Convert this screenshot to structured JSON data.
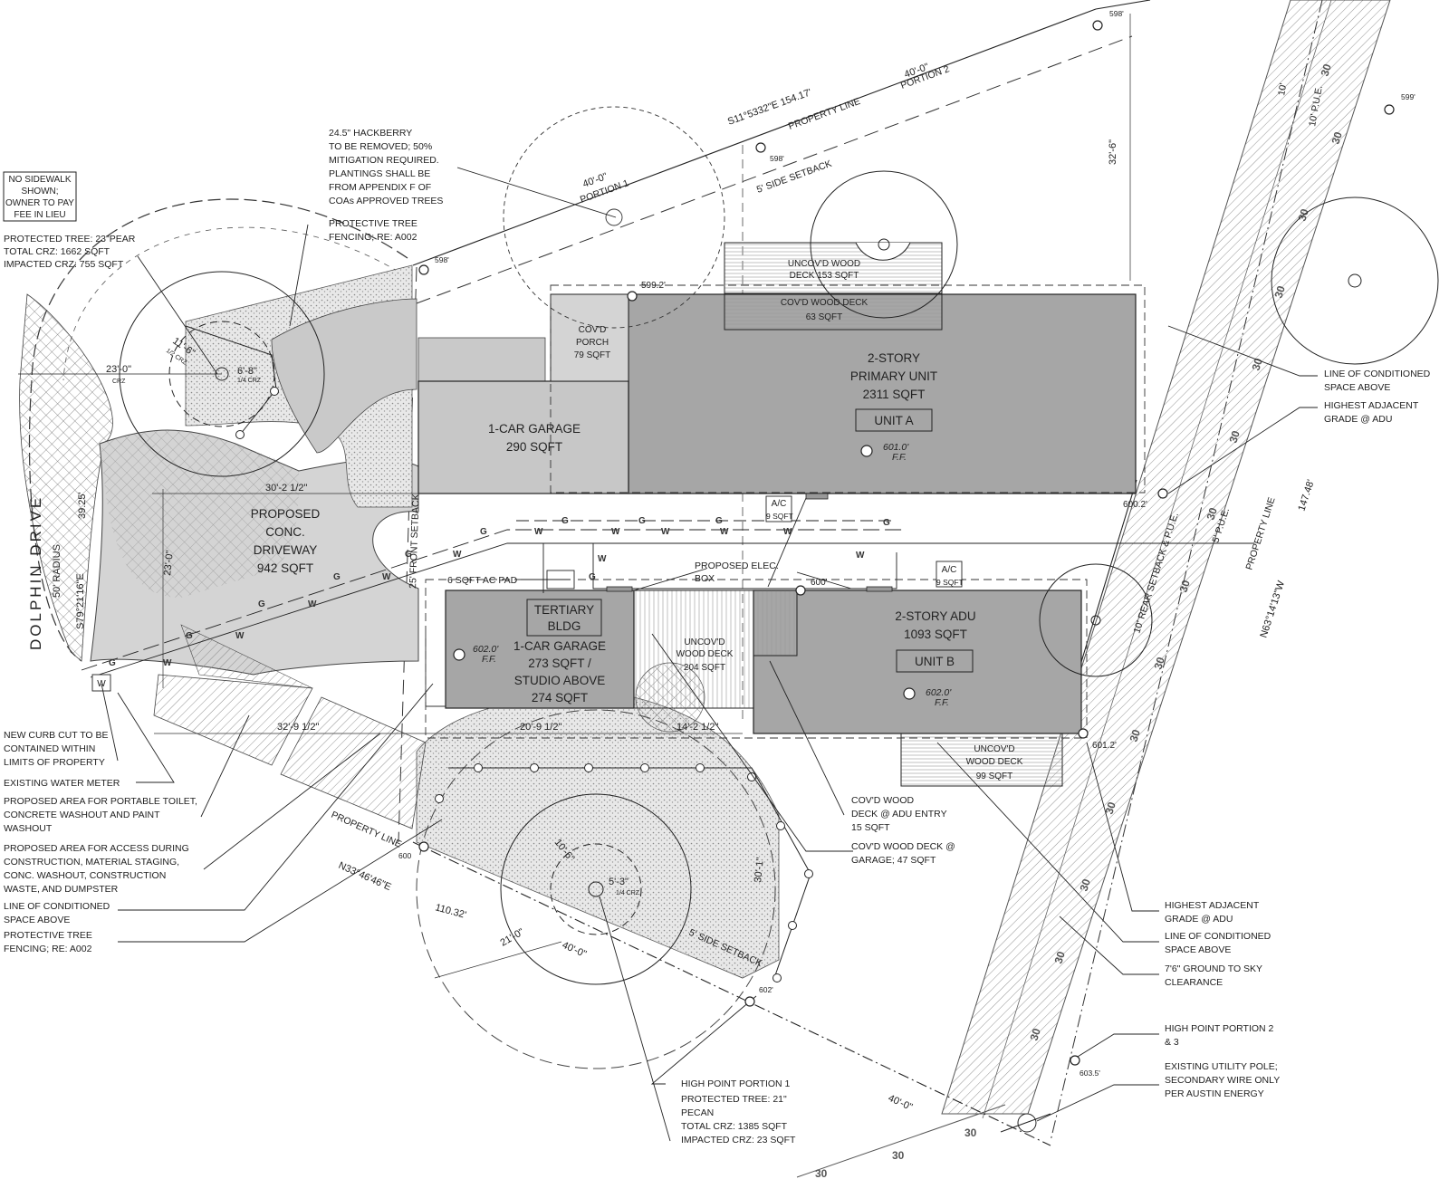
{
  "street": {
    "name": "DOLPHIN DRIVE",
    "radius": "50' RADIUS",
    "bearing": "S79°21'16\"E",
    "arc": "39.25'"
  },
  "property": {
    "north_bearing": "S11°5332\"E 154.17'",
    "north_label": "PROPERTY LINE",
    "east_bearing": "N63°14'13\"W",
    "east_length": "147.48'",
    "east_label": "PROPERTY LINE",
    "south_bearing": "N33°46'46\"E",
    "south_length": "110.32'",
    "south_label": "PROPERTY LINE"
  },
  "setbacks": {
    "side_north": "5' SIDE SETBACK",
    "side_south": "5' SIDE SETBACK",
    "front": "25' FRONT SETBACK",
    "rear": "10' REAR SETBACK & P.U.E.",
    "pue": "5' P.U.E.",
    "pue_top_a": "10' P.U.E.",
    "pue_top_b": "10'"
  },
  "portions": {
    "p1_dim": "40'-0\"",
    "p1": "PORTION 1",
    "p2_dim": "40'-0\"",
    "p2": "PORTION 2",
    "p3_dim": "40'-0\"",
    "dim_south": "40'-0\""
  },
  "spot_elevations": [
    "598'",
    "598'",
    "598'",
    "599.2'",
    "599'",
    "600.2'",
    "600'",
    "600",
    "601.2'",
    "602'",
    "603.5'"
  ],
  "dimensions": [
    "32'-6\"",
    "30'-2 1/2\"",
    "23'-0\"",
    "32'-9 1/2\"",
    "20'-9 1/2\"",
    "14'-2 1/2\"",
    "30'-1\"",
    "11'-6\"",
    "6'-8\"",
    "23'-0\"",
    "10'-6\"",
    "5'-3\"",
    "21'-0\""
  ],
  "crz_marks": {
    "crz": "CRZ",
    "quarter": "1/4 CRZ",
    "half": "1/2 CRZ"
  },
  "areas": {
    "primary_title": "2-STORY",
    "primary_sub": "PRIMARY UNIT",
    "primary_area": "2311 SQFT",
    "unit_a": "UNIT A",
    "ff_a": "601.0'",
    "ff": "F.F.",
    "garage1_title": "1-CAR GARAGE",
    "garage1_area": "290 SQFT",
    "porch_title": "COV'D",
    "porch_sub": "PORCH",
    "porch_area": "79 SQFT",
    "uncov_top_title": "UNCOV'D WOOD",
    "uncov_top_area": "DECK 153 SQFT",
    "cov_top_title": "COV'D WOOD DECK",
    "cov_top_area": "63 SQFT",
    "driveway_a": "PROPOSED",
    "driveway_b": "CONC.",
    "driveway_c": "DRIVEWAY",
    "driveway_area": "942 SQFT",
    "tertiary_a": "TERTIARY",
    "tertiary_b": "BLDG",
    "garage2_title": "1-CAR GARAGE",
    "garage2_area": "273 SQFT /",
    "studio": "STUDIO ABOVE",
    "studio_area": "274 SQFT",
    "ff_t": "602.0'",
    "uncov_mid_a": "UNCOV'D",
    "uncov_mid_b": "WOOD DECK",
    "uncov_mid_area": "204 SQFT",
    "adu_title": "2-STORY ADU",
    "adu_area": "1093 SQFT",
    "unit_b": "UNIT B",
    "ff_b": "602.0'",
    "uncov_adu_a": "UNCOV'D",
    "uncov_adu_b": "WOOD DECK",
    "uncov_adu_area": "99 SQFT",
    "ac_a": "A/C",
    "ac_a_area": "9 SQFT",
    "ac_b": "A/C",
    "ac_b_area": "9 SQFT",
    "ac_pad": "6 SQFT AC PAD",
    "elec_a": "PROPOSED ELEC.",
    "elec_b": "BOX",
    "water_meter_mark": "W"
  },
  "notes": {
    "sidewalk": [
      "NO SIDEWALK",
      "SHOWN;",
      "OWNER TO PAY",
      "FEE IN LIEU"
    ],
    "pear": [
      "PROTECTED TREE: 23\"PEAR",
      "TOTAL CRZ: 1662 SQFT",
      "IMPACTED CRZ: 755 SQFT"
    ],
    "hackberry": [
      "24.5\" HACKBERRY",
      "TO BE REMOVED; 50%",
      "MITIGATION REQUIRED.",
      "PLANTINGS SHALL BE",
      "FROM APPENDIX F OF",
      "COAs APPROVED TREES"
    ],
    "fencing_top": [
      "PROTECTIVE TREE",
      "FENCING; RE: A002"
    ],
    "curb": [
      "NEW CURB CUT TO BE",
      "CONTAINED WITHIN",
      "LIMITS OF PROPERTY"
    ],
    "water_meter": [
      "EXISTING WATER METER"
    ],
    "toilet": [
      "PROPOSED AREA FOR PORTABLE TOILET,",
      "CONCRETE WASHOUT AND PAINT",
      "WASHOUT"
    ],
    "access": [
      "PROPOSED AREA FOR ACCESS DURING",
      "CONSTRUCTION, MATERIAL STAGING,",
      "CONC. WASHOUT, CONSTRUCTION",
      "WASTE, AND DUMPSTER"
    ],
    "conditioned_left": [
      "LINE OF CONDITIONED",
      "SPACE ABOVE"
    ],
    "fencing_bottom": [
      "PROTECTIVE TREE",
      "FENCING; RE: A002"
    ],
    "hp1": [
      "HIGH POINT PORTION 1"
    ],
    "pecan": [
      "PROTECTED TREE: 21\"",
      "PECAN",
      "TOTAL CRZ: 1385 SQFT",
      "IMPACTED CRZ: 23 SQFT"
    ],
    "adu_entry": [
      "COV'D WOOD",
      "DECK @ ADU ENTRY",
      "15 SQFT"
    ],
    "garage_deck": [
      "COV'D WOOD DECK @",
      "GARAGE; 47 SQFT"
    ],
    "cond_right_top": [
      "LINE OF CONDITIONED",
      "SPACE ABOVE"
    ],
    "grade_right_top": [
      "HIGHEST ADJACENT",
      "GRADE @ ADU"
    ],
    "grade_right_bottom": [
      "HIGHEST ADJACENT",
      "GRADE @ ADU"
    ],
    "cond_right_bottom": [
      "LINE OF CONDITIONED",
      "SPACE ABOVE"
    ],
    "clearance": [
      "7'6\" GROUND TO SKY",
      "CLEARANCE"
    ],
    "hp23": [
      "HIGH POINT PORTION 2",
      "& 3"
    ],
    "pole": [
      "EXISTING UTILITY POLE;",
      "SECONDARY WIRE ONLY",
      "PER AUSTIN ENERGY"
    ]
  },
  "utility_marks": {
    "overhead": "30",
    "water": "W",
    "gas": "G"
  },
  "colors": {
    "building": "#a6a6a6",
    "garage": "#c7c7c7",
    "driveway": "#d4d4d4",
    "line": "#222222"
  }
}
